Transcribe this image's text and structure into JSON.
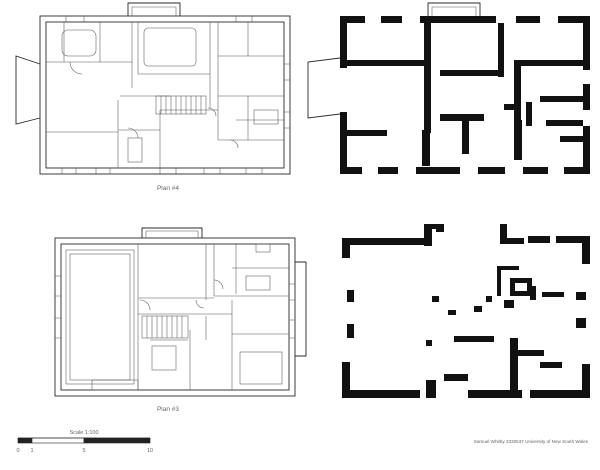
{
  "sheet": {
    "plan_top_caption": "Plan #4",
    "plan_bottom_caption": "Plan #3",
    "scale_label": "Scale 1:100",
    "scale_ticks": [
      "0",
      "1",
      "5",
      "10"
    ],
    "credit": "Samuel Whitby 3330537 University of New South Wales"
  }
}
